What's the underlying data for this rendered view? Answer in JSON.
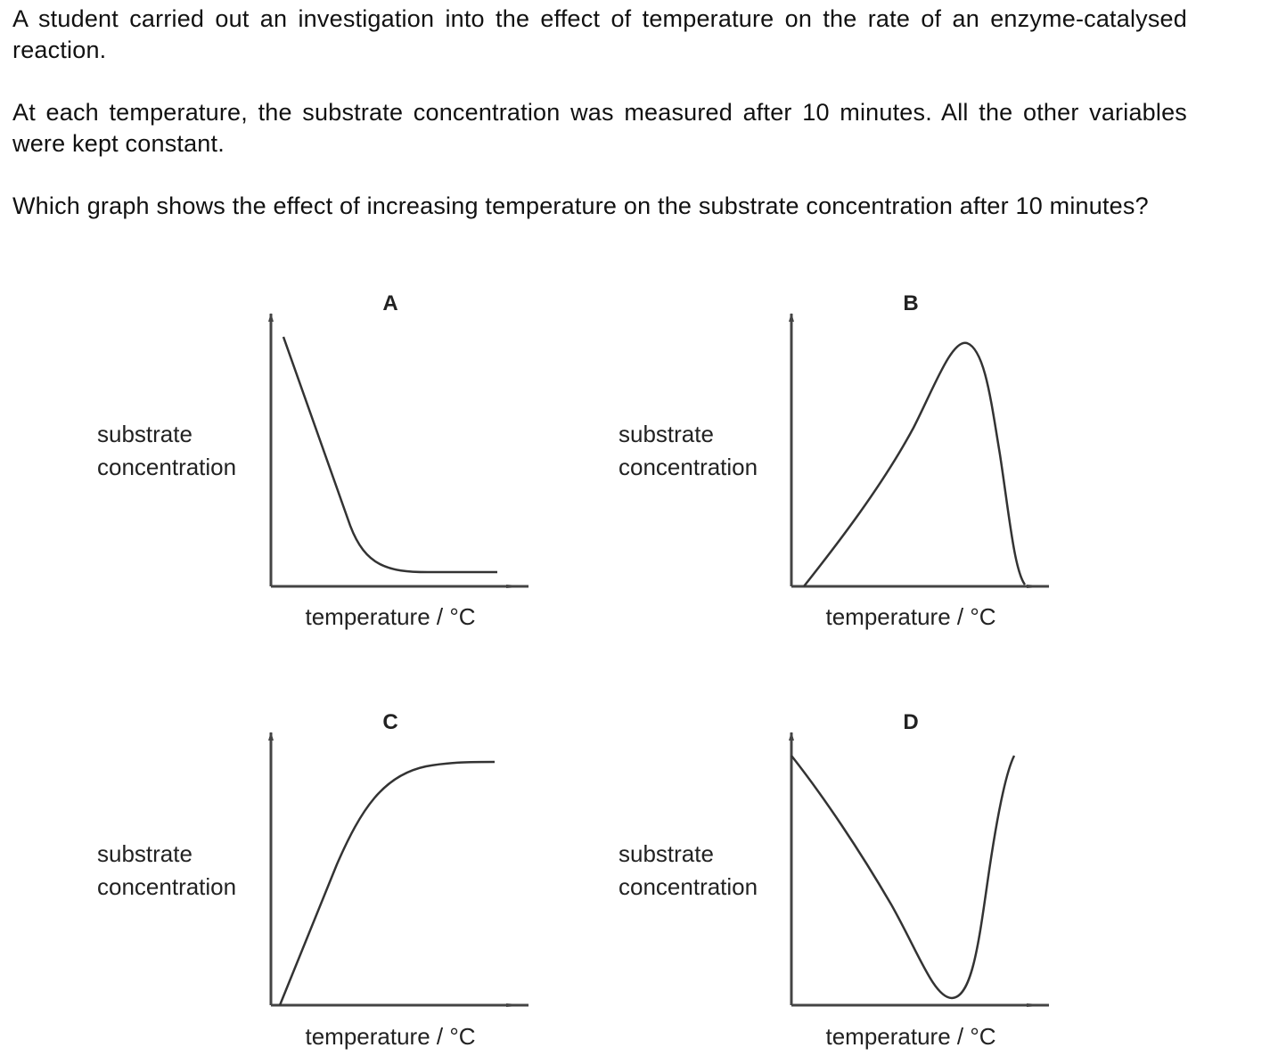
{
  "question": {
    "paragraph_1": "A student carried out an investigation into the effect of temperature on the rate of an enzyme-catalysed reaction.",
    "paragraph_2": "At each temperature, the substrate concentration was measured after 10 minutes. All the other variables were kept constant.",
    "paragraph_3": "Which graph shows the effect of increasing temperature on the substrate concentration after 10 minutes?"
  },
  "graphs": [
    {
      "letter": "A",
      "ylabel_line1": "substrate",
      "ylabel_line2": "concentration",
      "xlabel": "temperature / °C",
      "shape": "decreasing-then-plateau"
    },
    {
      "letter": "B",
      "ylabel_line1": "substrate",
      "ylabel_line2": "concentration",
      "xlabel": "temperature / °C",
      "shape": "rise-to-peak-then-fall"
    },
    {
      "letter": "C",
      "ylabel_line1": "substrate",
      "ylabel_line2": "concentration",
      "xlabel": "temperature / °C",
      "shape": "rising-then-plateau"
    },
    {
      "letter": "D",
      "ylabel_line1": "substrate",
      "ylabel_line2": "concentration",
      "xlabel": "temperature / °C",
      "shape": "falling-to-minimum-then-rise"
    }
  ],
  "colors": {
    "text": "#111111",
    "line": "#333333",
    "background": "#ffffff"
  }
}
